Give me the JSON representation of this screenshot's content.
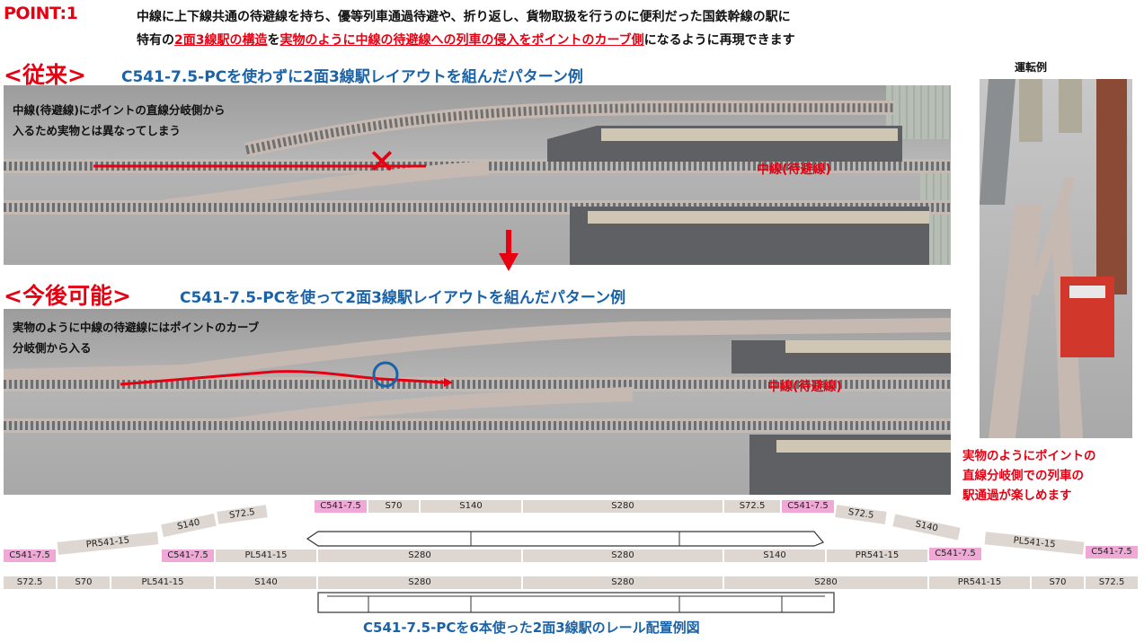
{
  "header": {
    "point": "POINT:1",
    "line1": "中線に上下線共通の待避線を持ち、優等列車通過待避や、折り返し、貨物取扱を行うのに便利だった国鉄幹線の駅に",
    "line2_pre": "特有の",
    "line2_red1": "2面3線駅の構造",
    "line2_mid": "を",
    "line2_red2": "実物のように中線の待避線への列車の侵入をポイントのカーブ側",
    "line2_post": "になるように再現できます"
  },
  "before": {
    "bracket": "<従来>",
    "title": "C541-7.5-PCを使わずに2面3線駅レイアウトを組んだパターン例",
    "note1": "中線(待避線)にポイントの直線分岐側から",
    "note2": "入るため実物とは異なってしまう",
    "middle_label": "中線(待避線)",
    "mark": "✕"
  },
  "after": {
    "bracket": "<今後可能>",
    "title": "C541-7.5-PCを使って2面3線駅レイアウトを組んだパターン例",
    "note1": "実物のように中線の待避線にはポイントのカーブ",
    "note2": "分岐側から入る",
    "middle_label": "中線(待避線)"
  },
  "operation": {
    "label": "運転例",
    "desc1": "実物のようにポイントの",
    "desc2": "直線分岐側での列車の",
    "desc3": "駅通過が楽しめます"
  },
  "track_plan": {
    "row1": [
      "C541-7.5",
      "S70",
      "S140",
      "S280",
      "S72.5",
      "C541-7.5"
    ],
    "row1_left": "S72.5",
    "row1_curve_left": "S140",
    "row1_curve_right1": "S72.5",
    "row1_curve_right2": "S140",
    "row2": [
      "C541-7.5",
      "PR541-15",
      "C541-7.5",
      "PL541-15",
      "S280",
      "S280",
      "S140",
      "PR541-15",
      "C541-7.5",
      "PL541-15",
      "C541-7.5"
    ],
    "row3": [
      "S72.5",
      "S70",
      "PL541-15",
      "S140",
      "S280",
      "S280",
      "S280",
      "PR541-15",
      "S70",
      "S72.5"
    ],
    "caption": "C541-7.5-PCを6本使った2面3線駅のレール配置例図"
  }
}
